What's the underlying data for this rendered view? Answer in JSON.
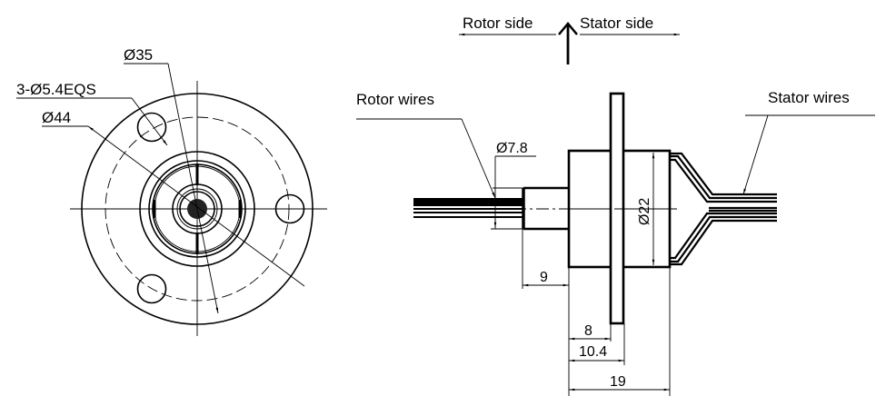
{
  "diagram": {
    "subject": "slip ring outline drawing",
    "direction_labels": {
      "rotor_side": "Rotor side",
      "stator_side": "Stator side"
    },
    "front_view": {
      "labels": {
        "hole_spec": "3-Ø5.4EQS",
        "pcd": "Ø35",
        "flange_diameter": "Ø44"
      }
    },
    "side_view": {
      "labels": {
        "rotor_wires": "Rotor wires",
        "stator_wires": "Stator wires",
        "rotor_diameter": "Ø7.8",
        "body_diameter": "Ø22",
        "rotor_length": "9",
        "flange_position": "8",
        "flange_far_edge": "10.4",
        "body_length": "19"
      }
    },
    "colors": {
      "line": "#000000",
      "background": "#ffffff"
    }
  }
}
